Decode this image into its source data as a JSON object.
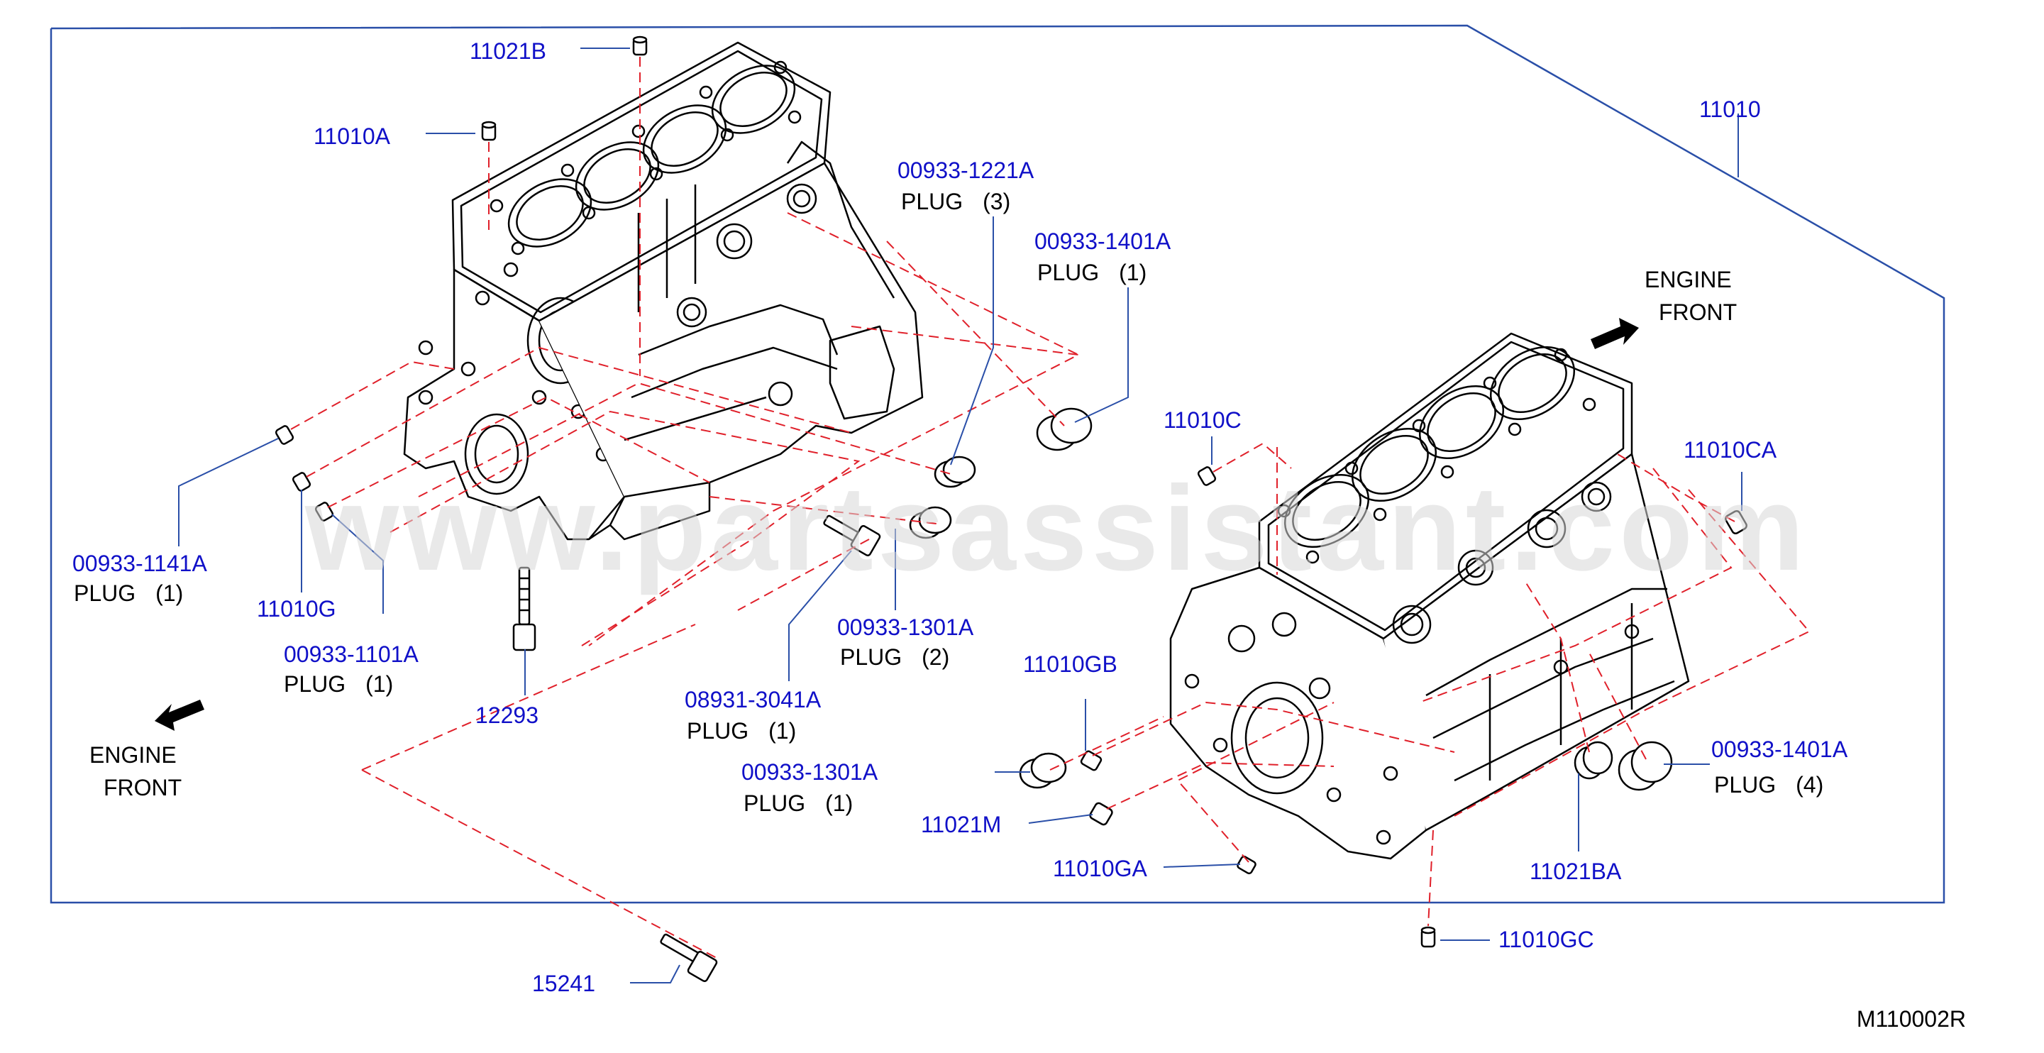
{
  "assembly_number": "11010",
  "engine_front_left": {
    "line1": "ENGINE",
    "line2": "FRONT"
  },
  "engine_front_right": {
    "line1": "ENGINE",
    "line2": "FRONT"
  },
  "plug_word": "PLUG",
  "callouts": {
    "p11021B": "11021B",
    "p11010A": "11010A",
    "p00933_1221A": "00933-1221A",
    "p00933_1221A_qty": "(3)",
    "p00933_1401A_top": "00933-1401A",
    "p00933_1401A_top_qty": "(1)",
    "p00933_1141A": "00933-1141A",
    "p00933_1141A_qty": "(1)",
    "p11010G": "11010G",
    "p00933_1101A": "00933-1101A",
    "p00933_1101A_qty": "(1)",
    "p12293": "12293",
    "p00933_1301A_a": "00933-1301A",
    "p00933_1301A_a_qty": "(2)",
    "p08931_3041A": "08931-3041A",
    "p08931_3041A_qty": "(1)",
    "p00933_1301A_b": "00933-1301A",
    "p00933_1301A_b_qty": "(1)",
    "p11010C": "11010C",
    "p11010CA": "11010CA",
    "p11010GB": "11010GB",
    "p11021M": "11021M",
    "p11010GA": "11010GA",
    "p00933_1401A_bottom": "00933-1401A",
    "p00933_1401A_bottom_qty": "(4)",
    "p11021BA": "11021BA",
    "p11010GC": "11010GC",
    "p15241": "15241"
  },
  "watermark": "www.partsassistant.com",
  "reference_code": "M110002R",
  "colors": {
    "callout_text": "#1010c8",
    "frame_line": "#2a4fa8",
    "leader_line": "#2a4fa8",
    "dashed_line": "#e0202a",
    "part_line": "#000000",
    "watermark": "#d8d8d8"
  }
}
